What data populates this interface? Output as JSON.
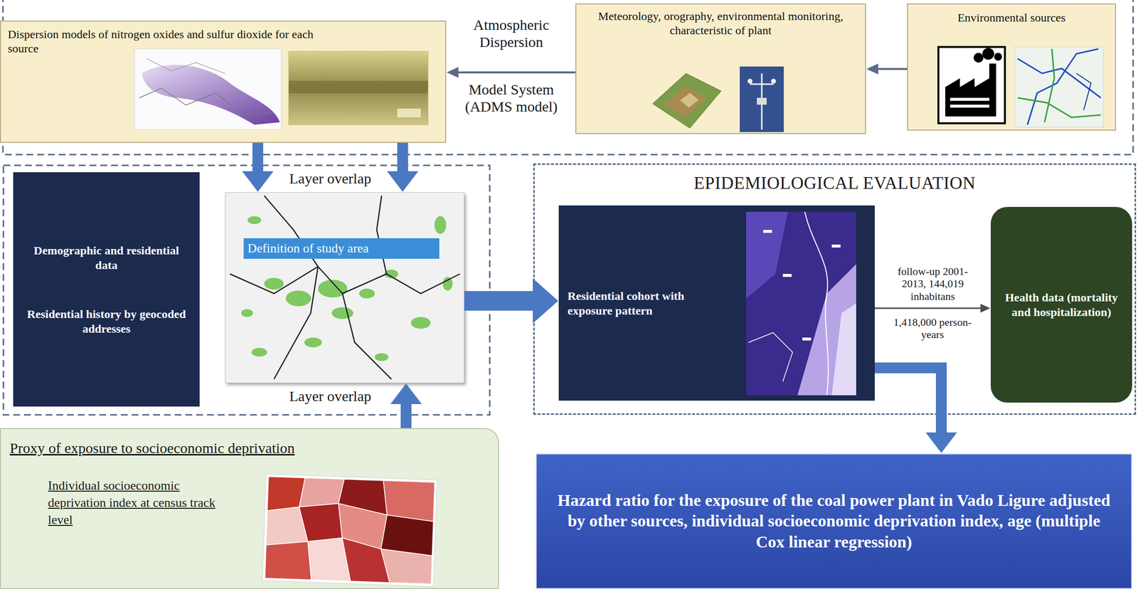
{
  "diagram": {
    "nodes": [
      {
        "text": [
          "Dispersion models of nitrogen oxides and sulfur dioxide for each source"
        ]
      },
      {
        "text": [
          "Meteorology, orography, environmental monitoring, characteristic of plant"
        ]
      },
      {
        "text": [
          "Environmental sources"
        ]
      },
      {
        "text": [
          "Demographic and residential data",
          "Residential history by geocoded addresses"
        ]
      },
      {
        "text": [
          "Definition of study area"
        ]
      },
      {
        "text": [
          "EPIDEMIOLOGICAL EVALUATION"
        ]
      },
      {
        "text": [
          "Residential cohort with exposure pattern"
        ],
        "in": 5
      },
      {
        "text": [
          "Health data (mortality and hospitalization)"
        ],
        "in": 5
      },
      {
        "text": [
          "Proxy of exposure to socioeconomic deprivation",
          "Individual socioeconomic deprivation index at census track level"
        ]
      },
      {
        "text": [
          "Hazard ratio for the exposure of the coal power plant in Vado Ligure adjusted by other sources, individual socioeconomic deprivation index, age (multiple Cox linear regression)"
        ]
      }
    ],
    "edges": [
      {
        "from": 2,
        "to": 1,
        "arrow": "to"
      },
      {
        "from": 1,
        "to": 0,
        "arrow": "to"
      },
      {
        "from": 0,
        "to": 4,
        "arrow": "to"
      },
      {
        "from": 0,
        "to": 4,
        "arrow": "to"
      },
      {
        "from": 8,
        "to": 4,
        "arrow": "to"
      },
      {
        "from": 4,
        "to": 6,
        "arrow": "to"
      },
      {
        "from": 6,
        "to": 7,
        "arrow": "to",
        "label": "follow-up 2001-2013, 144,019 inhabitans"
      },
      {
        "from": 6,
        "to": 9,
        "arrow": "to"
      }
    ],
    "labels": [
      "Atmospheric Dispersion",
      "Model System (ADMS model)",
      "Layer overlap",
      "Layer overlap",
      "1,418,000 person-years"
    ]
  }
}
